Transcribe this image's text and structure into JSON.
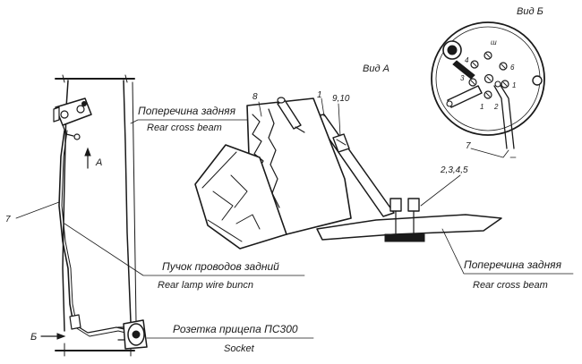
{
  "labels": {
    "view_b": "Вид Б",
    "view_a": "Вид А",
    "part_8": "8",
    "part_1": "1",
    "part_9_10": "9,10",
    "part_2345": "2,3,4,5",
    "part_7_left": "7",
    "part_7_right": "7",
    "arrow_a": "A",
    "arrow_b": "Б",
    "rear_beam_ru_top": "Поперечина задняя",
    "rear_beam_en_top": "Rear cross beam",
    "rear_beam_ru_bottom": "Поперечина задняя",
    "rear_beam_en_bottom": "Rear cross beam",
    "wire_bundle_ru": "Пучок проводов задний",
    "wire_bundle_en": "Rear lamp wire buncn",
    "socket_ru": "Розетка прицепа ПС300",
    "socket_en": "Socket",
    "terminal_marks": [
      "ш",
      "4",
      "3",
      "6",
      "1",
      "2",
      "1"
    ]
  }
}
